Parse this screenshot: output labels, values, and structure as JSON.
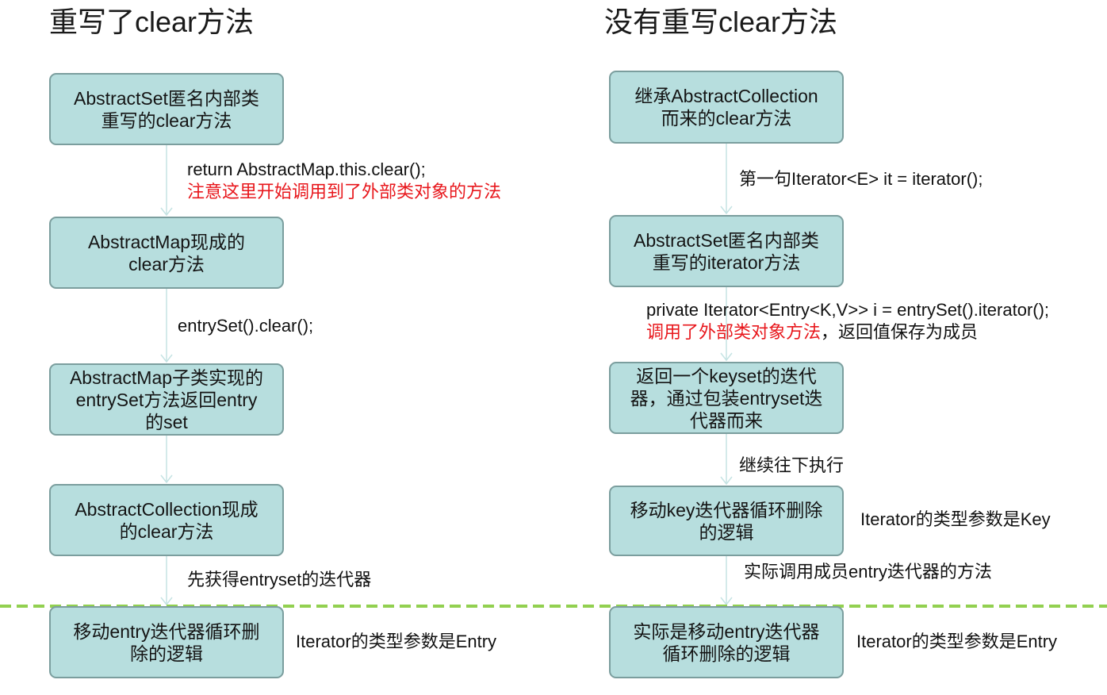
{
  "left": {
    "title": "重写了clear方法",
    "boxes": [
      "AbstractSet匿名内部类\n重写的clear方法",
      "AbstractMap现成的\nclear方法",
      "AbstractMap子类实现的\nentrySet方法返回entry\n的set",
      "AbstractCollection现成\n的clear方法",
      "移动entry迭代器循环删\n除的逻辑"
    ],
    "notes": {
      "step1_line1": "return AbstractMap.this.clear();",
      "step1_line2": "注意这里开始调用到了外部类对象的方法",
      "step2": "entrySet().clear();",
      "step4": "先获得entryset的迭代器",
      "side": "Iterator的类型参数是Entry"
    }
  },
  "right": {
    "title": "没有重写clear方法",
    "boxes": [
      "继承AbstractCollection\n而来的clear方法",
      "AbstractSet匿名内部类\n重写的iterator方法",
      "返回一个keyset的迭代\n器，通过包装entryset迭\n代器而来",
      "移动key迭代器循环删除\n的逻辑",
      "实际是移动entry迭代器\n循环删除的逻辑"
    ],
    "notes": {
      "step1": "第一句Iterator<E> it = iterator();",
      "step2_line1": "private Iterator<Entry<K,V>> i = entrySet().iterator();",
      "step2_red": "调用了外部类对象方法",
      "step2_rest": "，返回值保存为成员",
      "step3": "继续往下执行",
      "step4": "实际调用成员entry迭代器的方法",
      "side_key": "Iterator的类型参数是Key",
      "side_entry": "Iterator的类型参数是Entry"
    }
  },
  "colors": {
    "box_fill": "#b7dede",
    "box_border": "#7b9e9e",
    "connector": "#c5e3e3",
    "divider": "#92d050",
    "highlight_text": "#e8171c"
  }
}
